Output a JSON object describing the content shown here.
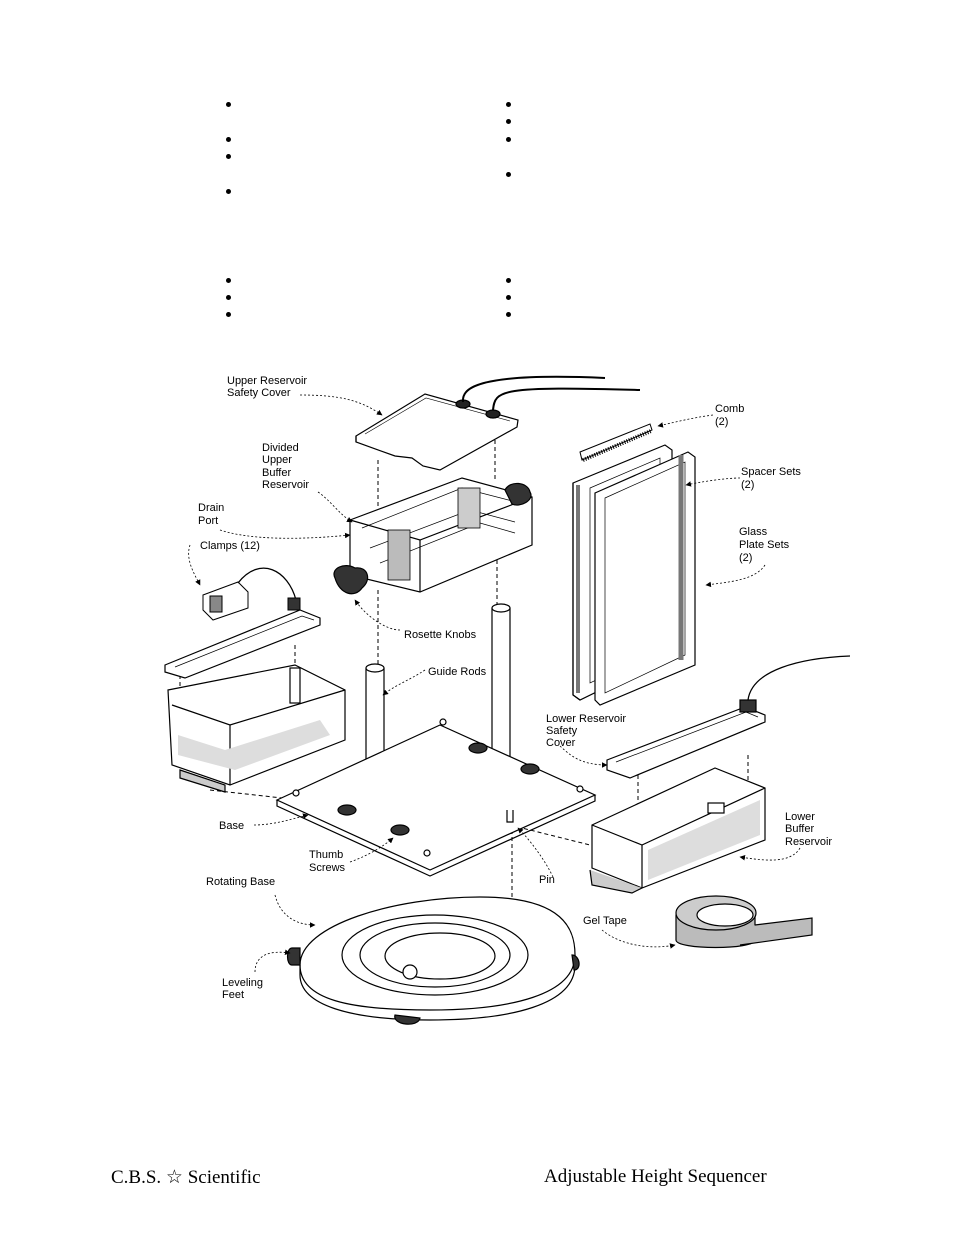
{
  "diagram": {
    "labels": {
      "upper_cover_1": "Upper Reservoir",
      "upper_cover_2": "Safety Cover",
      "comb_1": "Comb",
      "comb_2": "(2)",
      "divided_1": "Divided",
      "divided_2": "Upper",
      "divided_3": "Buffer",
      "divided_4": "Reservoir",
      "spacer_1": "Spacer Sets",
      "spacer_2": "(2)",
      "drain_1": "Drain",
      "drain_2": "Port",
      "glass_1": "Glass",
      "glass_2": "Plate Sets",
      "glass_3": "(2)",
      "clamps": "Clamps (12)",
      "rosette": "Rosette Knobs",
      "guide_rods": "Guide Rods",
      "lower_cover_1": "Lower Reservoir",
      "lower_cover_2": "Safety",
      "lower_cover_3": "Cover",
      "lower_buffer_1": "Lower",
      "lower_buffer_2": "Buffer",
      "lower_buffer_3": "Reservoir",
      "base": "Base",
      "thumb_1": "Thumb",
      "thumb_2": "Screws",
      "pin": "Pin",
      "rotating_base": "Rotating Base",
      "gel_tape": "Gel Tape",
      "leveling_1": "Leveling",
      "leveling_2": "Feet"
    }
  },
  "footer": {
    "left": "C.B.S. ☆ Scientific",
    "right": "Adjustable Height Sequencer"
  }
}
